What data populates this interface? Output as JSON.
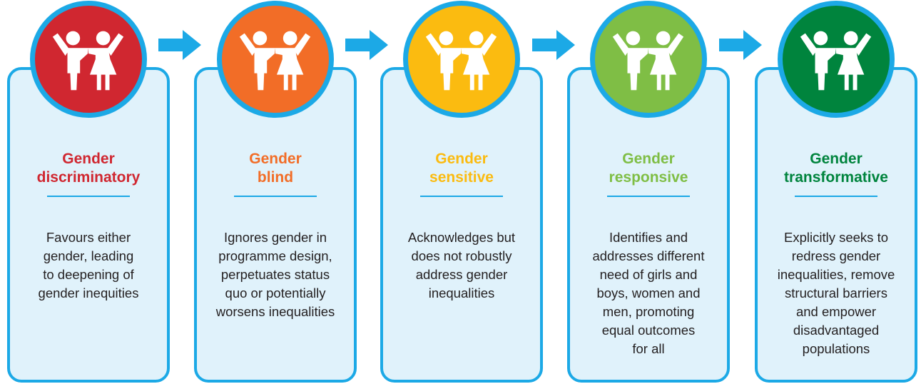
{
  "colors": {
    "outline": "#1ca9e6",
    "card_bg": "#e0f2fb",
    "text": "#231f20"
  },
  "arrow_icon": "right-arrow-icon",
  "person_icon": "boy-and-girl-holding-hands-icon",
  "stages": [
    {
      "color": "#d02730",
      "title_lines": [
        "Gender",
        "discriminatory"
      ],
      "desc_lines": [
        "Favours either",
        "gender, leading",
        "to deepening of",
        "gender inequities"
      ]
    },
    {
      "color": "#f26d27",
      "title_lines": [
        "Gender",
        "blind"
      ],
      "desc_lines": [
        "Ignores gender in",
        "programme design,",
        "perpetuates status",
        "quo or potentially",
        "worsens inequalities"
      ]
    },
    {
      "color": "#fbbb10",
      "title_lines": [
        "Gender",
        "sensitive"
      ],
      "desc_lines": [
        "Acknowledges but",
        "does not robustly",
        "address gender",
        "inequalities"
      ]
    },
    {
      "color": "#7fbe45",
      "title_lines": [
        "Gender",
        "responsive"
      ],
      "desc_lines": [
        "Identifies and",
        "addresses different",
        "need of girls and",
        "boys, women and",
        "men, promoting",
        "equal outcomes",
        "for all"
      ]
    },
    {
      "color": "#00843d",
      "title_lines": [
        "Gender",
        "transformative"
      ],
      "desc_lines": [
        "Explicitly seeks to",
        "redress gender",
        "inequalities, remove",
        "structural barriers",
        "and empower",
        "disadvantaged",
        "populations"
      ]
    }
  ]
}
